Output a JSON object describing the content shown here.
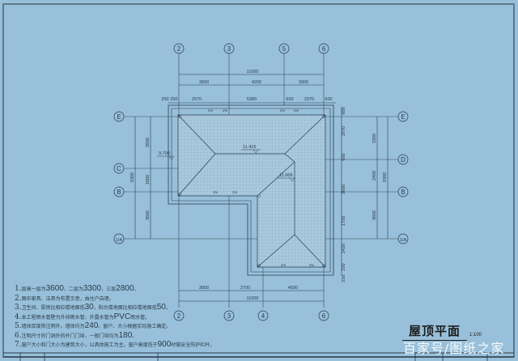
{
  "drawing": {
    "title": "屋顶平面",
    "scale": "1:100",
    "watermark": "百家号/图纸之家",
    "background_color": "#98c0da",
    "line_color": "#2a3a4a"
  },
  "axes": {
    "top": [
      "2",
      "3",
      "5",
      "6"
    ],
    "bottom": [
      "2",
      "3",
      "4",
      "6"
    ],
    "left": [
      "E",
      "C",
      "B",
      "1/A"
    ],
    "right": [
      "E",
      "D",
      "B",
      "1/A"
    ]
  },
  "dimensions": {
    "top_overall": "11000",
    "top_bays": [
      "3800",
      "4200",
      "3000"
    ],
    "top_detail": [
      "250",
      "250",
      "2970",
      "5380",
      "600",
      "2370",
      "600"
    ],
    "bottom_bays": [
      "3800",
      "2700",
      "4500"
    ],
    "bottom_overall": "11000",
    "left_overall": "9300",
    "left_bays": [
      "3900",
      "1800",
      "3600"
    ],
    "right_bays": [
      "3300",
      "2400",
      "3600"
    ],
    "right_overall": "9300",
    "right_detail": [
      "600",
      "2970",
      "600",
      "3600",
      "1750",
      "2420",
      "250",
      "250"
    ]
  },
  "elevations": {
    "ridge": "11.415",
    "ridge_secondary": "11.068",
    "eave": "9.700"
  },
  "slope_label": "1%",
  "notes": [
    {
      "num": "1.",
      "text": "层高一层为",
      "v1": "3600",
      "t2": "，二层为",
      "v2": "3300",
      "t3": "，三层",
      "v3": "2800",
      "t4": "。"
    },
    {
      "num": "2.",
      "text": "图中家具、洁具为布置示意，由住户自理。"
    },
    {
      "num": "3.",
      "text": "卫生间、厨房比相应楼地面低",
      "v1": "30",
      "t2": "，阳台楼地面比相应楼地面低",
      "v2": "50",
      "t3": "。"
    },
    {
      "num": "4.",
      "text": "本工程雨水管壁为外排雨水管，外露水管为",
      "v1": "PVC",
      "t2": "雨水管。"
    },
    {
      "num": "5.",
      "text": "墙体厚度除注明外，墙体均为",
      "v1": "240",
      "t2": "。窗户、大小根据实际施工确定。"
    },
    {
      "num": "6.",
      "text": "注明尺寸的门洞外的外门门垛，一般门垛均为",
      "v1": "180",
      "t2": "。"
    },
    {
      "num": "7.",
      "text": "窗户大小和门大小为建筑大小，以具体施工为主。窗户高度低于",
      "v1": "900",
      "t2": "时做安全防护栏杆。"
    }
  ]
}
